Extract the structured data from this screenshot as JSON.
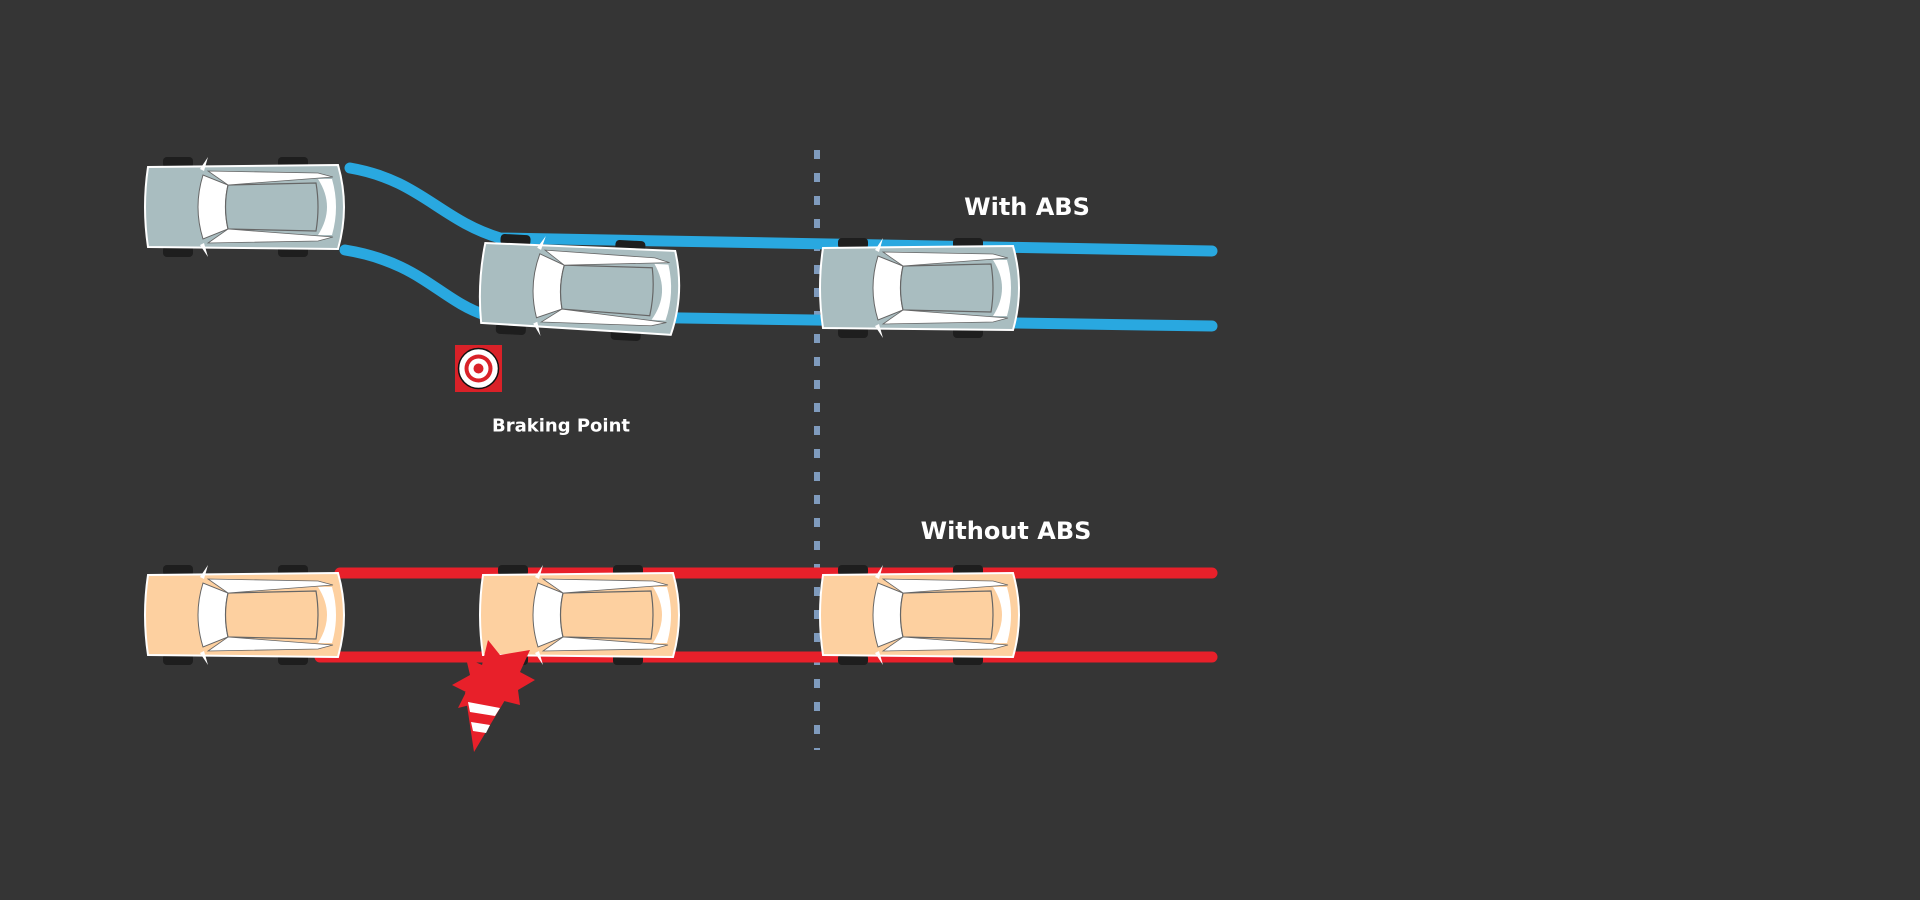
{
  "labels": {
    "with_abs": "With ABS",
    "without_abs": "Without ABS",
    "braking_point": "Braking Point"
  },
  "colors": {
    "background": "#353535",
    "abs_track": "#29a8e0",
    "no_abs_track": "#e8202a",
    "abs_car": "#a9bdc0",
    "no_abs_car": "#fdd0a0",
    "divider": "#7f9bbd"
  },
  "icons": [
    "car-icon",
    "target-icon",
    "traffic-cone-icon",
    "impact-burst-icon"
  ]
}
